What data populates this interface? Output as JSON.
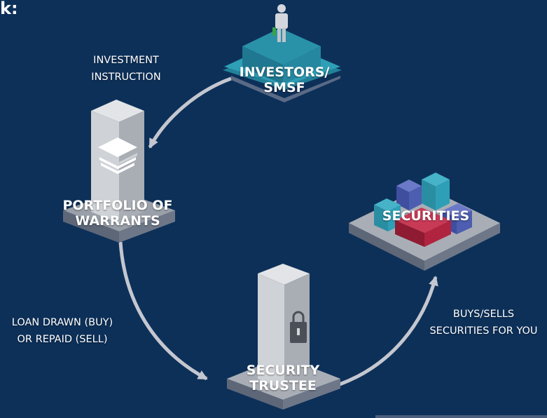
{
  "header_fragment": "k:",
  "nodes": {
    "investors": {
      "line1": "INVESTORS/",
      "line2": "SMSF"
    },
    "portfolio": {
      "line1": "PORTFOLIO OF",
      "line2": "WARRANTS"
    },
    "securities": {
      "label": "SECURITIES"
    },
    "trustee": {
      "line1": "SECURITY",
      "line2": "TRUSTEE"
    }
  },
  "edges": {
    "investment_instruction": {
      "line1": "INVESTMENT",
      "line2": "INSTRUCTION"
    },
    "loan": {
      "line1": "LOAN DRAWN (BUY)",
      "line2": "OR REPAID (SELL)"
    },
    "buys_sells": {
      "line1": "BUYS/SELLS",
      "line2": "SECURITIES FOR YOU"
    }
  },
  "colors": {
    "background": "#0d3059",
    "teal": "#2e9fb6",
    "silver": "#c6c8cc",
    "crimson": "#b0243f",
    "indigo": "#4d5db0",
    "arrow": "#c4c7cf"
  },
  "icons": [
    "person-icon",
    "stack-logo-icon",
    "padlock-icon"
  ]
}
